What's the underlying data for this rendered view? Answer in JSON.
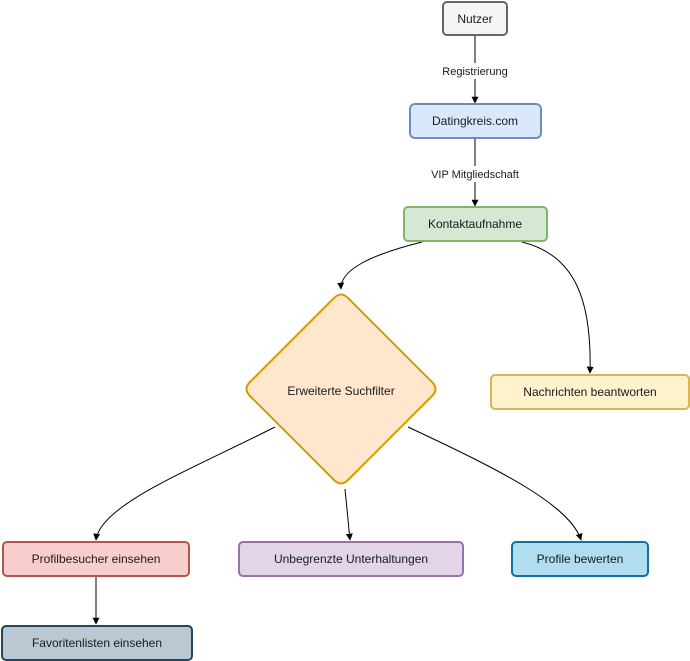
{
  "nodes": {
    "nutzer": {
      "label": "Nutzer",
      "fill": "#f5f5f5",
      "stroke": "#666666"
    },
    "datingkreis": {
      "label": "Datingkreis.com",
      "fill": "#dae8fc",
      "stroke": "#6c8ebf"
    },
    "kontaktaufnahme": {
      "label": "Kontaktaufnahme",
      "fill": "#d5e8d4",
      "stroke": "#82b366"
    },
    "suchfilter": {
      "label": "Erweiterte Suchfilter",
      "fill": "#ffe6cc",
      "stroke": "#d79b00"
    },
    "nachrichten": {
      "label": "Nachrichten beantworten",
      "fill": "#fff2cc",
      "stroke": "#d6b656"
    },
    "profilbesucher": {
      "label": "Profilbesucher einsehen",
      "fill": "#f8cecc",
      "stroke": "#b85450"
    },
    "unterhaltungen": {
      "label": "Unbegrenzte Unterhaltungen",
      "fill": "#e1d5e7",
      "stroke": "#9673a6"
    },
    "bewerten": {
      "label": "Profile bewerten",
      "fill": "#b1ddf0",
      "stroke": "#10739e"
    },
    "favoriten": {
      "label": "Favoritenlisten einsehen",
      "fill": "#bac8d3",
      "stroke": "#23445d"
    }
  },
  "edges": {
    "registrierung": {
      "label": "Registrierung"
    },
    "vip": {
      "label": "VIP Mitgliedschaft"
    }
  }
}
